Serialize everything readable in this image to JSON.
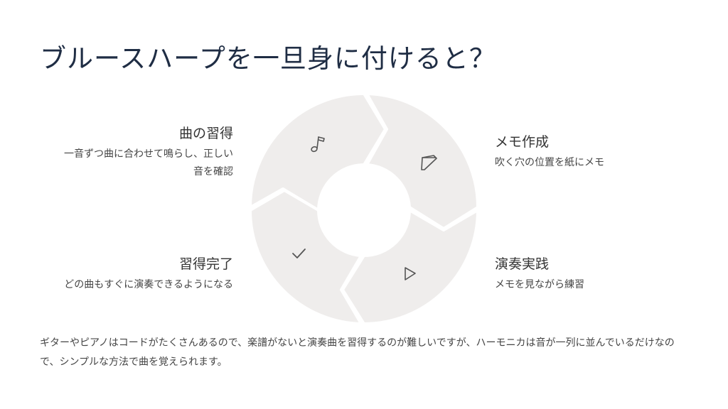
{
  "title": "ブルースハープを一旦身に付けると？",
  "steps": [
    {
      "title": "曲の習得",
      "desc_line1": "一音ずつ曲に合わせて鳴らし、正しい",
      "desc_line2": "音を確認",
      "icon": "music-note-icon"
    },
    {
      "title": "メモ作成",
      "desc_line1": "吹く穴の位置を紙にメモ",
      "icon": "pencil-icon"
    },
    {
      "title": "演奏実践",
      "desc_line1": "メモを見ながら練習",
      "icon": "play-icon"
    },
    {
      "title": "習得完了",
      "desc_line1": "どの曲もすぐに演奏できるようになる",
      "icon": "check-icon"
    }
  ],
  "footer": {
    "text": "ギターやピアノはコードがたくさんあるので、楽譜がないと演奏曲を習得するのが難しいですが、ハーモニカは音が一列に並んでいるだけなので、シンプルな方法で曲を覚えられます。"
  },
  "colors": {
    "segment": "#efedec",
    "title": "#1f2d44",
    "text": "#444444",
    "icon": "#555555"
  }
}
